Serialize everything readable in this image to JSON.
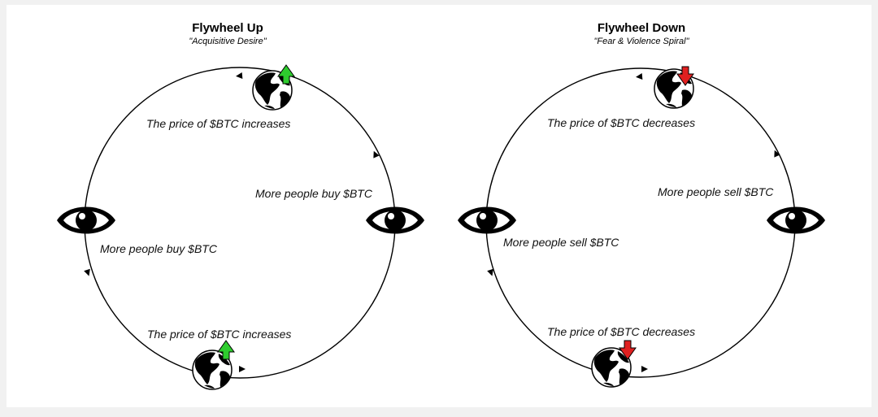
{
  "diagrams": [
    {
      "title": "Flywheel Up",
      "subtitle": "\"Acquisitive Desire\"",
      "direction": "up",
      "arrow_color": "#2ecc2e",
      "labels": {
        "top": "The price of $BTC increases",
        "right": "More people buy $BTC",
        "left": "More people buy $BTC",
        "bottom": "The price of $BTC increases"
      }
    },
    {
      "title": "Flywheel Down",
      "subtitle": "\"Fear & Violence Spiral\"",
      "direction": "down",
      "arrow_color": "#e02020",
      "labels": {
        "top": "The price of $BTC decreases",
        "right": "More people sell $BTC",
        "left": "More people sell $BTC",
        "bottom": "The price of $BTC decreases"
      }
    }
  ],
  "icons": {
    "globe": "globe-icon",
    "eye": "eye-icon",
    "arrow_up": "arrow-up-icon",
    "arrow_down": "arrow-down-icon"
  }
}
